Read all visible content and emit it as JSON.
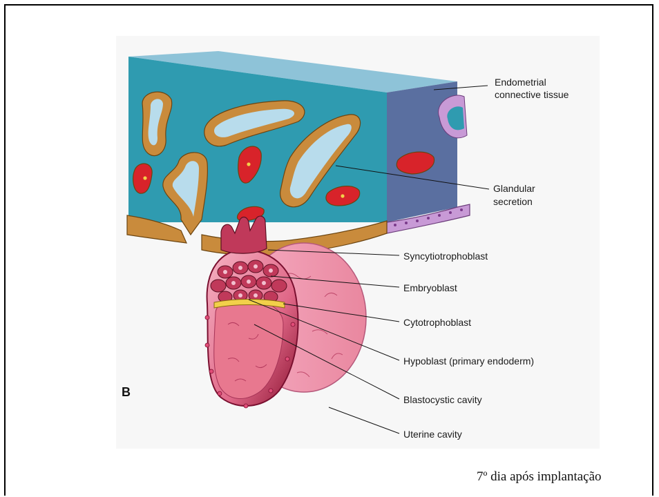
{
  "panel_letter": "B",
  "labels": {
    "endometrial": [
      "Endometrial",
      "connective tissue"
    ],
    "glandular": [
      "Glandular",
      "secretion"
    ],
    "syncytiotrophoblast": "Syncytiotrophoblast",
    "embryoblast": "Embryoblast",
    "cytotrophoblast": "Cytotrophoblast",
    "hypoblast": "Hypoblast (primary endoderm)",
    "blastocystic_cavity": "Blastocystic cavity",
    "uterine_cavity": "Uterine cavity"
  },
  "caption": "7º dia após implantação",
  "colors": {
    "connective_tissue": "#2f9bb0",
    "block_side": "#5a6fa0",
    "gland_epithelium": "#c98b3c",
    "secretion": "#b8dcec",
    "blood_vessel": "#d8232a",
    "side_epithelium": "#c89ad6",
    "trophoblast": "#c0395a",
    "blastocyst_outer": "#e87a95",
    "cytotrophoblast_layer": "#f2d04a"
  }
}
